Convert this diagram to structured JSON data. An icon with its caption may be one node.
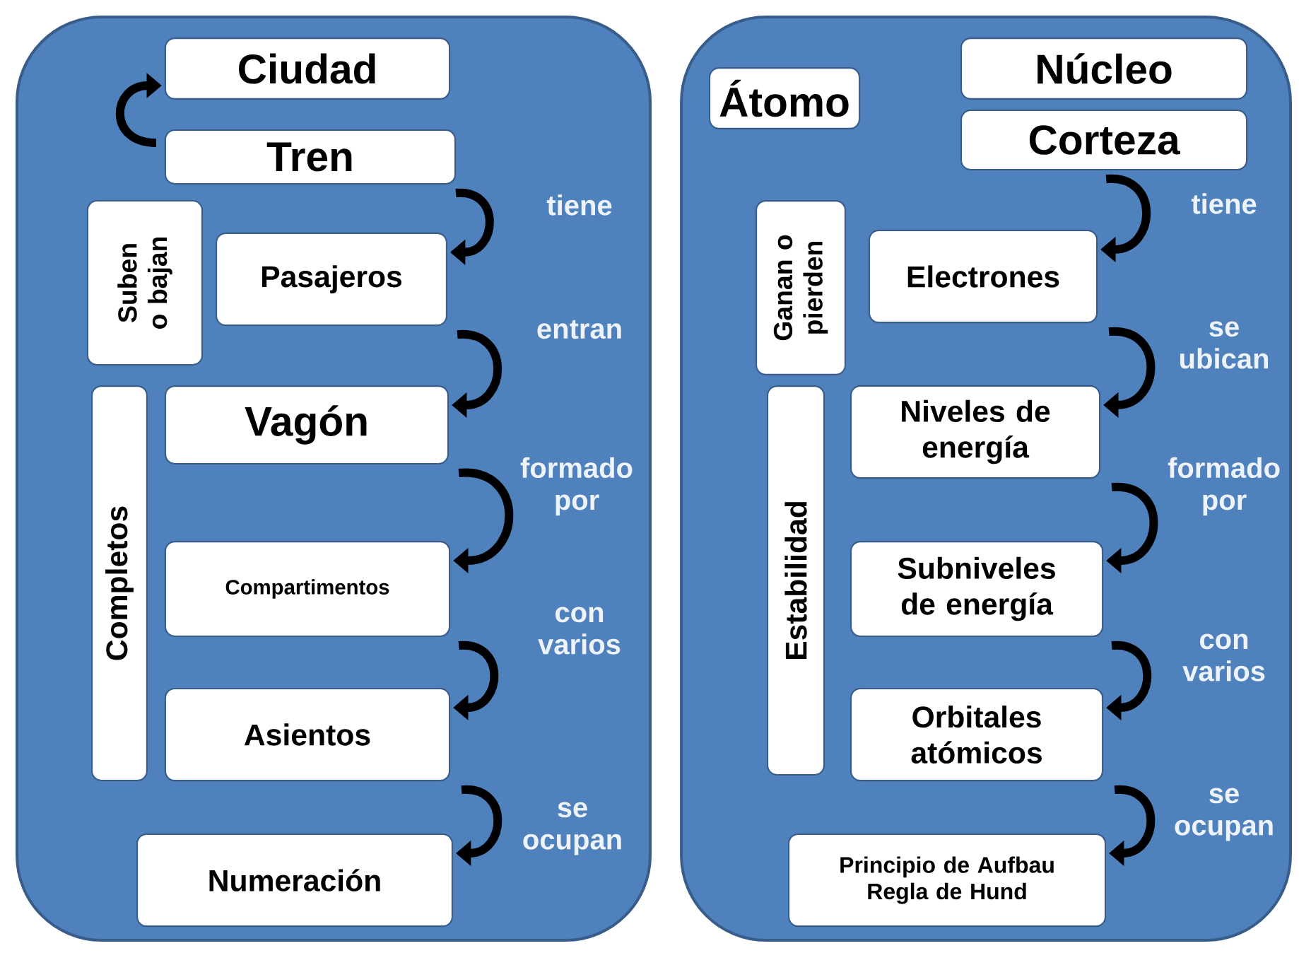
{
  "diagram": {
    "nodes": [
      {
        "text": [],
        "shape": "box"
      },
      {
        "text": [
          "Ciudad"
        ],
        "in": 0
      },
      {
        "text": [
          "Tren"
        ],
        "in": 0
      },
      {
        "text": [
          "Suben o bajan"
        ],
        "in": 0
      },
      {
        "text": [
          "Pasajeros"
        ],
        "in": 0
      },
      {
        "text": [
          "Completos"
        ],
        "in": 0
      },
      {
        "text": [
          "Vagón"
        ],
        "in": 0
      },
      {
        "text": [
          "Compartimentos"
        ],
        "in": 0
      },
      {
        "text": [
          "Asientos"
        ],
        "in": 0
      },
      {
        "text": [
          "Numeración"
        ],
        "in": 0
      },
      {
        "text": [],
        "shape": "box"
      },
      {
        "text": [
          "Átomo"
        ],
        "in": 10
      },
      {
        "text": [
          "Núcleo"
        ],
        "in": 10
      },
      {
        "text": [
          "Corteza"
        ],
        "in": 10
      },
      {
        "text": [
          "Ganan o pierden"
        ],
        "in": 10
      },
      {
        "text": [
          "Electrones"
        ],
        "in": 10
      },
      {
        "text": [
          "Estabilidad"
        ],
        "in": 10
      },
      {
        "text": [
          "Niveles de energía"
        ],
        "in": 10
      },
      {
        "text": [
          "Subniveles de energía"
        ],
        "in": 10
      },
      {
        "text": [
          "Orbitales atómicos"
        ],
        "in": 10
      },
      {
        "text": [
          "Principio de Aufbau",
          "Regla de Hund"
        ],
        "in": 10
      }
    ],
    "edges": [
      {
        "from": 2,
        "to": 1,
        "arrow": "to"
      },
      {
        "from": 2,
        "to": 4,
        "arrow": "to",
        "label": "tiene"
      },
      {
        "from": 4,
        "to": 6,
        "arrow": "to",
        "label": "entran"
      },
      {
        "from": 6,
        "to": 7,
        "arrow": "to",
        "label": "formado por"
      },
      {
        "from": 7,
        "to": 8,
        "arrow": "to",
        "label": "con varios"
      },
      {
        "from": 8,
        "to": 9,
        "arrow": "to",
        "label": "se ocupan"
      },
      {
        "from": 13,
        "to": 15,
        "arrow": "to",
        "label": "tiene"
      },
      {
        "from": 15,
        "to": 17,
        "arrow": "to",
        "label": "se ubican"
      },
      {
        "from": 17,
        "to": 18,
        "arrow": "to",
        "label": "formado por"
      },
      {
        "from": 18,
        "to": 19,
        "arrow": "to",
        "label": "con varios"
      },
      {
        "from": 19,
        "to": 20,
        "arrow": "to",
        "label": "se ocupan"
      }
    ]
  }
}
